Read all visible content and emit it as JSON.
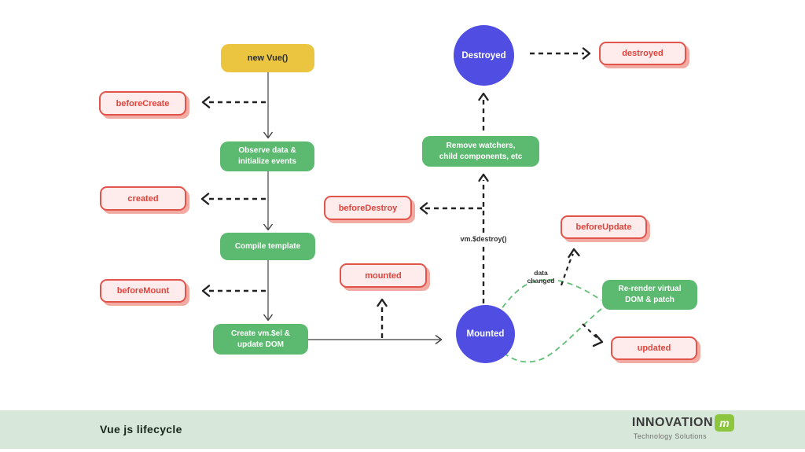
{
  "nodes": {
    "new_vue": {
      "label": "new Vue()"
    },
    "before_create": {
      "label": "beforeCreate"
    },
    "observe": {
      "line1": "Observe data &",
      "line2": "initialize events"
    },
    "created": {
      "label": "created"
    },
    "compile": {
      "label": "Compile template"
    },
    "before_mount": {
      "label": "beforeMount"
    },
    "create_vmel": {
      "line1": "Create vm.$el &",
      "line2": "update DOM"
    },
    "mounted_hook": {
      "label": "mounted"
    },
    "mounted_circle": {
      "label": "Mounted"
    },
    "destroyed_circle": {
      "label": "Destroyed"
    },
    "destroyed_hook": {
      "label": "destroyed"
    },
    "remove_watchers": {
      "line1": "Remove watchers,",
      "line2": "child components, etc"
    },
    "before_destroy": {
      "label": "beforeDestroy"
    },
    "before_update": {
      "label": "beforeUpdate"
    },
    "rerender": {
      "line1": "Re-render virtual",
      "line2": "DOM & patch"
    },
    "updated": {
      "label": "updated"
    }
  },
  "annotations": {
    "vm_destroy": "vm.$destroy()",
    "data_changed_line1": "data",
    "data_changed_line2": "changed"
  },
  "footer": {
    "title": "Vue js lifecycle",
    "logo_text": "INNOVATION",
    "logo_m": "m",
    "logo_subtitle": "Technology Solutions"
  },
  "colors": {
    "yellow_node": "#ecc540",
    "green_node": "#5cba70",
    "blue_node": "#4f4de2",
    "pink_fill": "#fdeceb",
    "pink_border": "#e2544a",
    "pink_text": "#e0433c",
    "pink_shadow": "#f2aba2",
    "green_dash": "#5fbe73",
    "footer_band": "#d7e8da",
    "logo_green": "#8cc63e"
  }
}
